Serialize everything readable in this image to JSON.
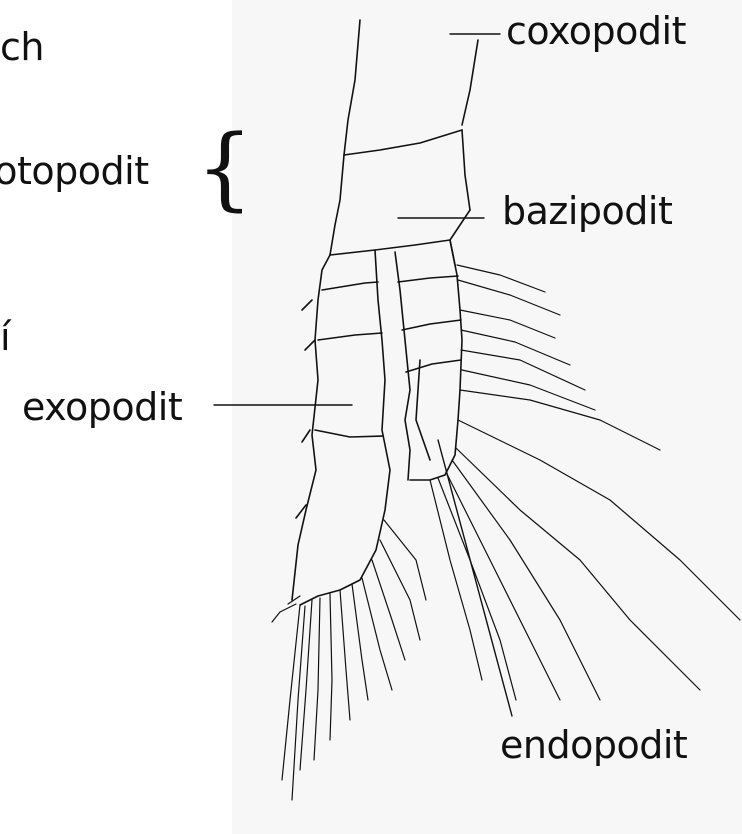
{
  "labels": {
    "partial_top": "ch",
    "partial_protopodit": "rotopodit",
    "brace": "{",
    "partial_middle": "í",
    "exopodit": "exopodit",
    "coxopodit": "coxopodit",
    "bazipodit": "bazipodit",
    "endopodit": "endopodit"
  },
  "colors": {
    "ink": "#111111",
    "drawing_background": "#f7f7f7",
    "page_background": "#ffffff"
  }
}
